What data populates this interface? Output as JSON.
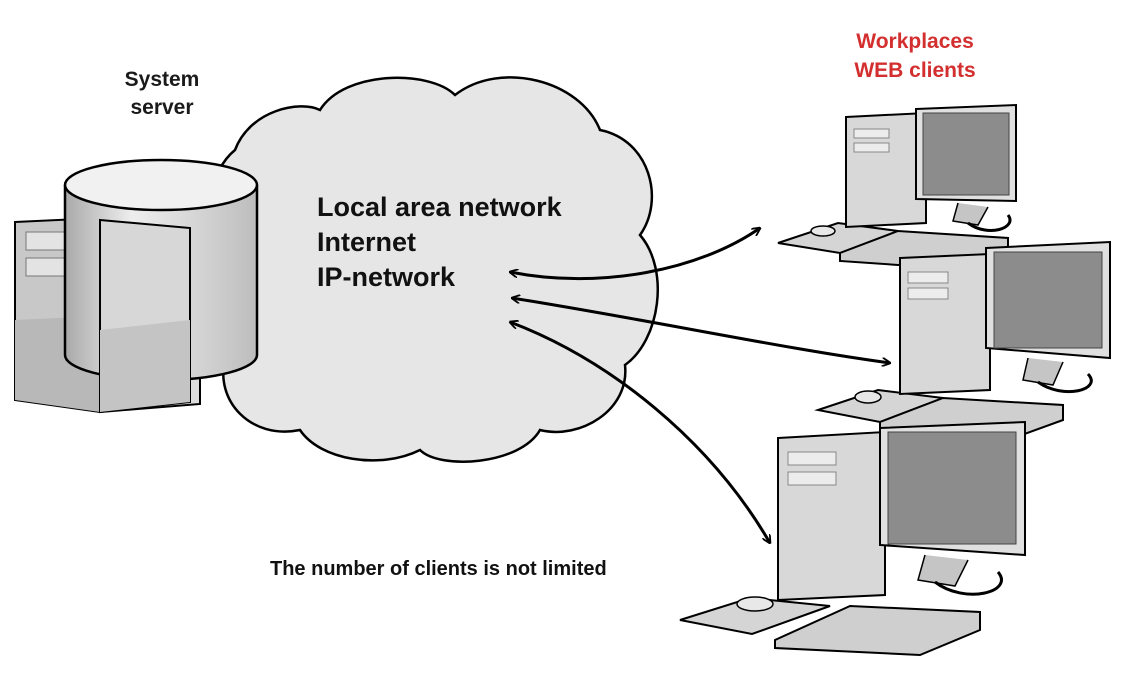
{
  "server": {
    "label_lines": [
      "System",
      "server"
    ]
  },
  "network": {
    "lines": [
      "Local area network",
      "Internet",
      "IP-network"
    ]
  },
  "clients": {
    "label_lines": [
      "Workplaces",
      "WEB clients"
    ],
    "label_color": "#d32f2f",
    "count": 3
  },
  "note": "The number of clients is not limited",
  "colors": {
    "cloud_fill": "#e6e6e6",
    "outline": "#000000",
    "device_gray": "#c8c8c8",
    "screen_gray": "#8c8c8c"
  }
}
